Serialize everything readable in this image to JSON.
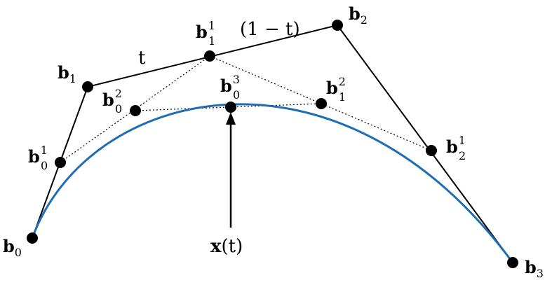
{
  "diagram": {
    "colors": {
      "curve": "#1f6db5",
      "polygon": "#000000",
      "construction": "#000000",
      "points": "#000000",
      "background": "#ffffff"
    },
    "points": {
      "b0": {
        "base": "b",
        "sub": "0",
        "sup": ""
      },
      "b1": {
        "base": "b",
        "sub": "1",
        "sup": ""
      },
      "b2": {
        "base": "b",
        "sub": "2",
        "sup": ""
      },
      "b3": {
        "base": "b",
        "sub": "3",
        "sup": ""
      },
      "b01": {
        "base": "b",
        "sub": "0",
        "sup": "1"
      },
      "b11": {
        "base": "b",
        "sub": "1",
        "sup": "1"
      },
      "b21": {
        "base": "b",
        "sub": "2",
        "sup": "1"
      },
      "b02": {
        "base": "b",
        "sub": "0",
        "sup": "2"
      },
      "b12": {
        "base": "b",
        "sub": "1",
        "sup": "2"
      },
      "b03": {
        "base": "b",
        "sub": "0",
        "sup": "3"
      }
    },
    "labels": {
      "t": "t",
      "one_minus_t": "(1 − t)",
      "x_of_t": {
        "x": "x",
        "rest": "(t)"
      }
    }
  }
}
